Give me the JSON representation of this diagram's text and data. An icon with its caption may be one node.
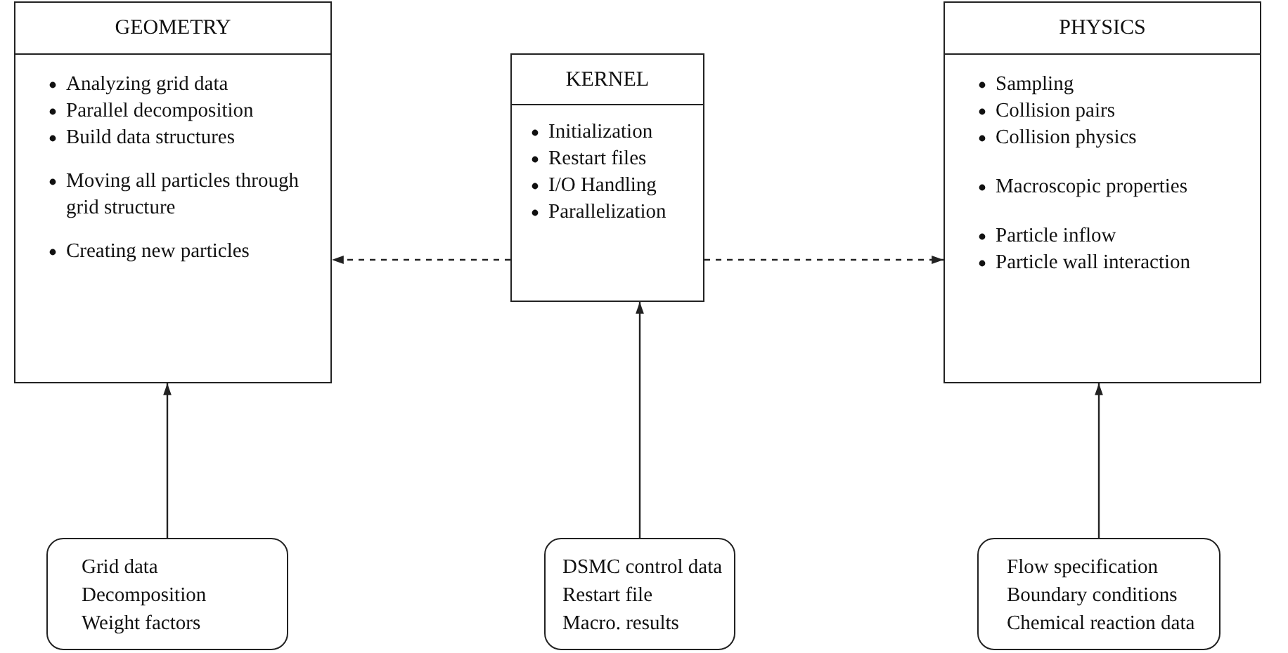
{
  "diagram": {
    "nodes": [
      {
        "text": [
          "GEOMETRY",
          "Analyzing grid data",
          "Parallel decomposition",
          "Build data structures",
          "Moving all particles through grid structure",
          "Creating new particles"
        ]
      },
      {
        "text": [
          "KERNEL",
          "Initialization",
          "Restart files",
          "I/O Handling",
          "Parallelization"
        ]
      },
      {
        "text": [
          "PHYSICS",
          "Sampling",
          "Collision pairs",
          "Collision physics",
          "Macroscopic properties",
          "Particle inflow",
          "Particle wall interaction"
        ]
      },
      {
        "text": [
          "Grid data",
          "Decomposition",
          "Weight factors"
        ]
      },
      {
        "text": [
          "DSMC control data",
          "Restart file",
          "Macro. results"
        ]
      },
      {
        "text": [
          "Flow specification",
          "Boundary conditions",
          "Chemical reaction data"
        ]
      }
    ],
    "edges": [
      {
        "from": 1,
        "to": 0,
        "arrow": "to",
        "style": "dashed"
      },
      {
        "from": 1,
        "to": 2,
        "arrow": "to",
        "style": "dashed"
      },
      {
        "from": 3,
        "to": 0,
        "arrow": "to"
      },
      {
        "from": 4,
        "to": 1,
        "arrow": "to"
      },
      {
        "from": 5,
        "to": 2,
        "arrow": "to"
      }
    ]
  }
}
